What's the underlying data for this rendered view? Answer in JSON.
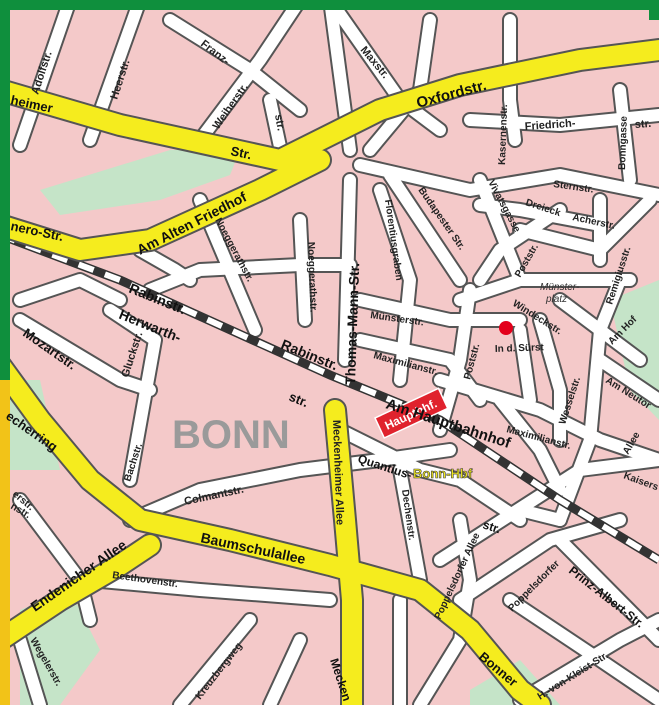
{
  "map": {
    "city_label": "BONN",
    "station_badge": "Hauptbhf.",
    "station_name": "Bonn-Hbf",
    "place_label": "Münster-\nplatz",
    "streets": {
      "oxfordstr": "Oxfordstr.",
      "am_alten_friedhof": "Am Alten Friedhof",
      "heimer": "heimer",
      "nero_str": "nero-Str.",
      "str_yellow": "Str.",
      "adolfstr": "Adolfstr.",
      "heerstr": "Heerstr.",
      "franz": "Franz-",
      "weiherstr": "Weiherstr.",
      "str_small": "str.",
      "maxstr": "Maxstr.",
      "kasernenstr": "Kasernenstr.",
      "friedrich": "Friedrich-",
      "bonngasse": "Bonngasse",
      "str_right": "str.",
      "sternstr": "Sternstr.",
      "budapester": "Budapester Str.",
      "vivatsgasse": "Vivatsgasse",
      "dreieck": "Dreieck",
      "acherstr": "Acherstr.",
      "florentiusgraben": "Florentiusgraben",
      "thomas_mann": "Thomas-Mann-Str.",
      "noeggerathstr_1": "Noeggerathstr.",
      "noeggerathstr_2": "Noeggerathstr.",
      "poststr_1": "Poststr.",
      "remigiusstr": "Remigiusstr.",
      "rabinstr_1": "Rabinstr.",
      "rabinstr_2": "Rabinstr.",
      "herwarth": "Herwarth-",
      "str_herwarth": "str.",
      "muensterstr": "Münsterstr.",
      "windeckstr": "Windeckstr.",
      "am_hof": "Am Hof",
      "mozartstr": "Mozartstr.",
      "gluckstr": "Gluckstr.",
      "maximilianstr_1": "Maximilianstr.",
      "poststr_2": "Poststr.",
      "in_d_suerst": "In d. Sürst",
      "am_neutor": "Am Neutor",
      "wesselstr": "Wesselstr.",
      "am_hauptbahnhof": "Am Hauptbahnhof",
      "maximilianstr_2": "Maximilianstr.",
      "allee": "Allee",
      "kaisers": "Kaisers",
      "erstr": "erstr.",
      "echerring": "echerring",
      "bachstr": "Bachstr.",
      "colmantstr": "Colmantstr.",
      "meckenheimer_allee": "Meckenheimer Allee",
      "quantius": "Quantius-",
      "str_quantius": "str.",
      "dechenstr": "Dechenstr.",
      "nstr": "nstr.",
      "baumschulallee": "Baumschulallee",
      "endenicher_allee": "Endenicher Allee",
      "beethovenstr": "Beethovenstr.",
      "poppelsdorfer_allee": "Poppelsdorfer Allee",
      "poppelsdorfer": "Poppelsdorfer",
      "prinz_albert": "Prinz-Albert-Str.",
      "kreuzbergweg": "Kreuzbergweg",
      "weglerstr": "Wegelerstr.",
      "mecken": "Mecken",
      "bonner": "Bonner",
      "kleist": "H.-von-Kleist-Str."
    },
    "colors": {
      "block": "#f4c9c9",
      "road": "#ffffff",
      "road_edge": "#555555",
      "main_road": "#f5ec1e",
      "park": "#c5e4c8",
      "frame_green": "#0f8f3d",
      "frame_yellow": "#f2c318",
      "station": "#e0222d",
      "marker": "#e3001b"
    }
  }
}
